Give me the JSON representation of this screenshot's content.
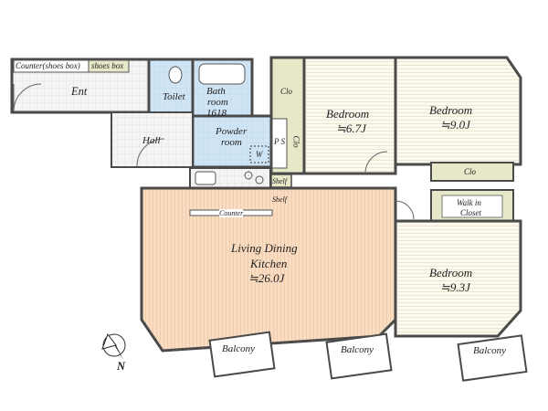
{
  "rooms": {
    "entrance": "Ent",
    "counter_shoes_box": "Counter(shoes box)",
    "shoes_box": "shoes box",
    "toilet": "Toilet",
    "bath_line1": "Bath",
    "bath_line2": "room",
    "bath_line3": "1618",
    "powder_line1": "Powder",
    "powder_line2": "room",
    "washer": "W",
    "hall": "Hall",
    "closet_1": "Clo",
    "closet_2": "Clo",
    "closet_3": "Clo",
    "ps": "P S",
    "shelf_1": "Shelf",
    "shelf_2": "Shelf",
    "counter": "Counter",
    "bedroom_1_name": "Bedroom",
    "bedroom_1_size": "≒6.7J",
    "bedroom_2_name": "Bedroom",
    "bedroom_2_size": "≒9.0J",
    "bedroom_3_name": "Bedroom",
    "bedroom_3_size": "≒9.3J",
    "walk_in_line1": "Walk in",
    "walk_in_line2": "Closet",
    "ldk_line1": "Living Dining",
    "ldk_line2": "Kitchen",
    "ldk_size": "≒26.0J",
    "balcony_1": "Balcony",
    "balcony_2": "Balcony",
    "balcony_3": "Balcony"
  },
  "compass": {
    "label": "N"
  },
  "colors": {
    "wall": "#4a4a4a",
    "floor_wood": "#fbf8ee",
    "ldk_floor": "#f9dcc2",
    "wet_area": "#cfe4f4",
    "closet": "#e6e8c8",
    "tile": "#f2f2f2"
  }
}
